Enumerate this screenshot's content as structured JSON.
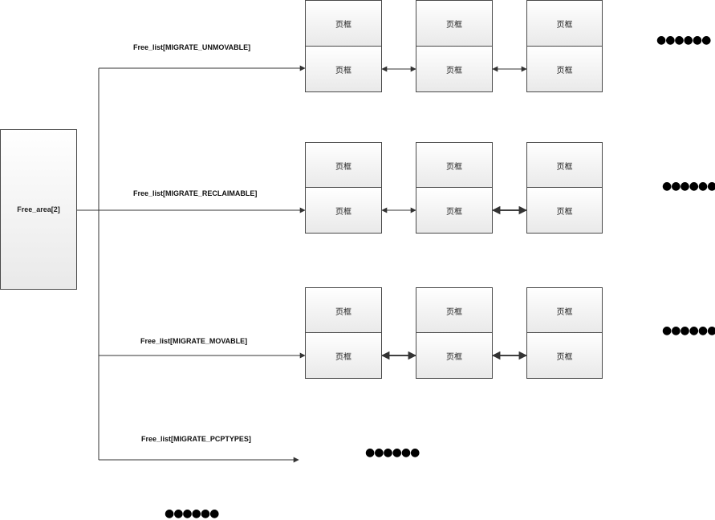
{
  "free_area": {
    "label": "Free_area[2]"
  },
  "lists": [
    {
      "label": "Free_list[MIGRATE_UNMOVABLE]"
    },
    {
      "label": "Free_list[MIGRATE_RECLAIMABLE]"
    },
    {
      "label": "Free_list[MIGRATE_MOVABLE]"
    },
    {
      "label": "Free_list[MIGRATE_PCPTYPES]"
    }
  ],
  "frame_label": "页框",
  "ellipsis": "●●●●●●"
}
